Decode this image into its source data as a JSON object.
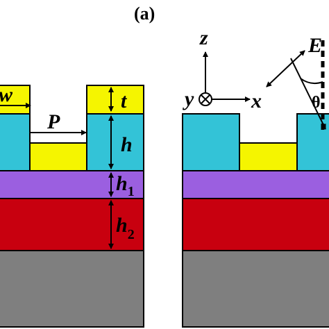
{
  "figure": {
    "panel_label": "(a)",
    "colors": {
      "metal_top": "#f5f500",
      "metal_trench": "#f5f500",
      "grating": "#33c3d7",
      "layer1": "#9b5fe0",
      "layer2": "#c8000f",
      "substrate": "#7f7f7f",
      "outline": "#000000"
    }
  },
  "left_panel": {
    "labels": {
      "width": "w",
      "thickness": "t",
      "period": "P",
      "height": "h",
      "h1_base": "h",
      "h1_sub": "1",
      "h2_base": "h",
      "h2_sub": "2"
    }
  },
  "right_panel": {
    "axes": {
      "z": "z",
      "x": "x",
      "y": "y"
    },
    "field": "E",
    "angle": "θ"
  }
}
